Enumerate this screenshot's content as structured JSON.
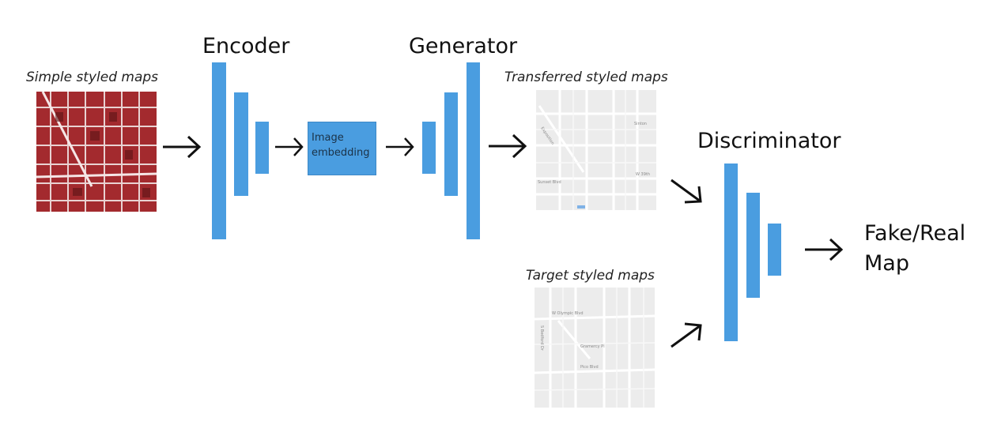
{
  "labels": {
    "simple_maps": "Simple styled maps",
    "transferred_maps": "Transferred styled maps",
    "target_maps": "Target styled maps"
  },
  "blocks": {
    "encoder": "Encoder",
    "generator": "Generator",
    "discriminator": "Discriminator",
    "embedding_line1": "Image",
    "embedding_line2": "embedding"
  },
  "output": {
    "line1": "Fake/Real",
    "line2": "Map"
  },
  "colors": {
    "block_blue": "#4a9de0",
    "simple_map_red": "#a32a2e",
    "styled_map_gray": "#ececec"
  },
  "map_street_labels": {
    "transferred": [
      "Sinton",
      "W 39th",
      "Sunset Blvd",
      "Exposition"
    ],
    "target": [
      "W Olympic Blvd",
      "Pico Blvd",
      "S Bedford Dr",
      "Gramercy Pl"
    ]
  }
}
